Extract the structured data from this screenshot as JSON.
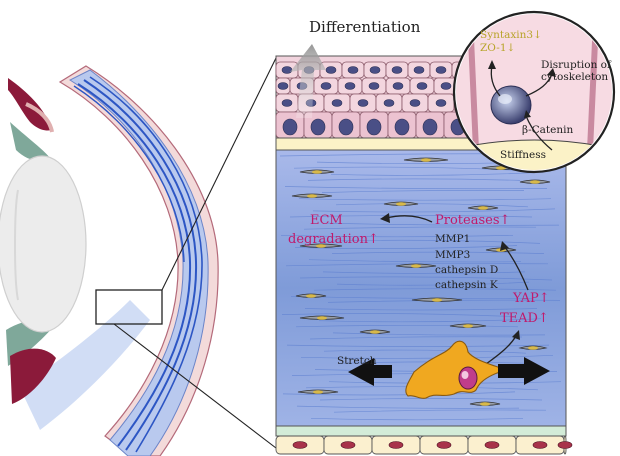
{
  "labels": {
    "differentiation": "Differentiation",
    "syntaxin3": "Syntaxin3↓",
    "zo1": "ZO-1↓",
    "disruption_line1": "Disruption of",
    "disruption_line2": "cytoskeleton",
    "beta_catenin": "β-Catenin",
    "stiffness": "Stiffness",
    "ecm_line1": "ECM",
    "ecm_line2": "degradation↑",
    "proteases": "Proteases↑",
    "mmp1": "MMP1",
    "mmp3": "MMP3",
    "cathepsin_d": "cathepsin D",
    "cathepsin_k": "cathepsin K",
    "yap": "YAP↑",
    "tead": "TEAD↑",
    "stretch": "Stretch"
  },
  "colors": {
    "magenta_text": "#c0196b",
    "yellow_text": "#b8a42a",
    "stroma_blue": "#7f9bd8",
    "epithelium_pink": "#e9c2cf",
    "fibroblast_orange": "#f0a820",
    "endothelium_green": "#d3ecd8"
  }
}
